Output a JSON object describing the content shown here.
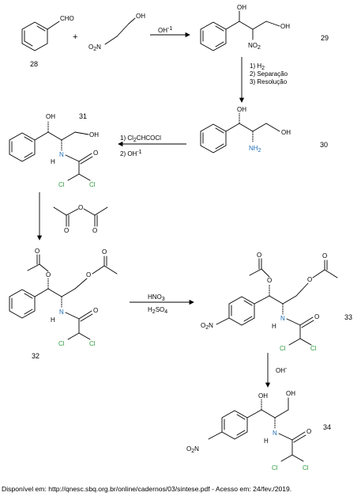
{
  "compounds": {
    "c28": "28",
    "c29": "29",
    "c30": "30",
    "c31": "31",
    "c32": "32",
    "c33": "33",
    "c34": "34"
  },
  "atoms": {
    "cho": "CHO",
    "oh": "OH",
    "o2n": "O2N",
    "no2": "NO2",
    "nh2": "NH2",
    "h": "H",
    "n": "N",
    "o": "O",
    "cl": "Cl"
  },
  "reagents": {
    "plus": "+",
    "base": "OH-1",
    "step_h2": "1) H2",
    "step_sep": "2) Separação",
    "step_res": "3) Resolução",
    "acyl": "1) Cl2CHCOCl",
    "base2": "2) OH-1",
    "hno3": "HNO3",
    "h2so4": "H2SO4",
    "hydrolysis": "OH-"
  },
  "source": "Disponível em: http://qnesc.sbq.org.br/online/cadernos/03/sintese.pdf - Acesso em: 24/fev./2019."
}
